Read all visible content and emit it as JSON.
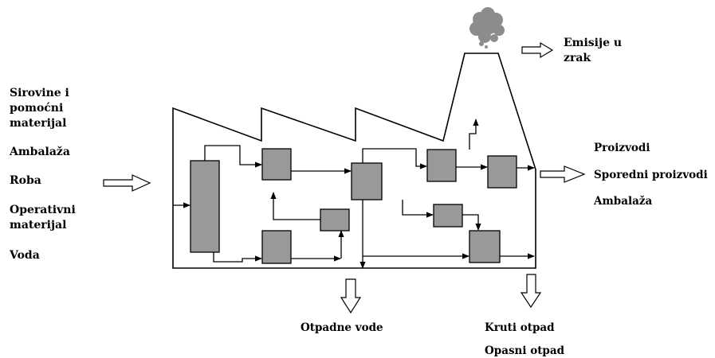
{
  "inputs": {
    "raw_materials_line1": "Sirovine i",
    "raw_materials_line2": "pomoćni",
    "raw_materials_line3": "materijal",
    "packaging": "Ambalaža",
    "goods": "Roba",
    "operating_line1": "Operativni",
    "operating_line2": "materijal",
    "water": "Voda"
  },
  "emissions": {
    "line1": "Emisije u",
    "line2": "zrak"
  },
  "outputs": {
    "products": "Proizvodi",
    "by_products": "Sporedni proizvodi",
    "packaging": "Ambalaža"
  },
  "waste_water": "Otpadne vode",
  "solid_waste": {
    "solid": "Kruti otpad",
    "hazardous": "Opasni otpad"
  },
  "colors": {
    "process_box": "#999999",
    "stroke": "#000000",
    "smoke": "#8c8c8c"
  }
}
